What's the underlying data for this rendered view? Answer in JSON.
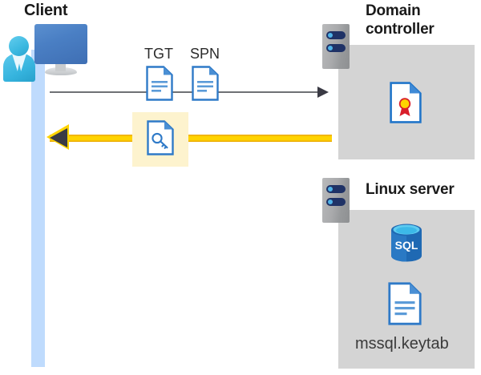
{
  "diagram": {
    "type": "sequence-flow",
    "title_client": "Client",
    "title_domain_controller": "Domain\ncontroller",
    "title_domain_controller_line1": "Domain",
    "title_domain_controller_line2": "controller",
    "title_linux_server": "Linux server",
    "labels": {
      "tgt": "TGT",
      "spn": "SPN",
      "keytab_file": "mssql.keytab"
    },
    "icons": {
      "client_pc": "desktop-computer-icon",
      "client_user": "user-person-icon",
      "server_chassis": "server-rack-icon",
      "tgt_document": "document-icon",
      "spn_document": "document-icon",
      "kerberos_ticket": "document-key-icon",
      "certificate": "certificate-document-icon",
      "sql_database": "sql-database-cylinder-icon",
      "keytab_document": "document-icon"
    },
    "flows": [
      {
        "name": "request",
        "from": "Client",
        "to": "Domain controller",
        "direction": "right",
        "style": "thin-gray",
        "carries": [
          "TGT",
          "SPN"
        ]
      },
      {
        "name": "response",
        "from": "Domain controller",
        "to": "Client",
        "direction": "left",
        "style": "thick-gold",
        "carries": [
          "service ticket"
        ],
        "highlighted": true
      }
    ],
    "colors": {
      "panel_gray": "#d4d4d4",
      "lifeline_blue": "#bfdbfd",
      "highlight_yellow": "#fdf3ce",
      "gold_arrow": "#ffd400",
      "arrowhead_dark": "#3a3a44",
      "doc_blue": "#2f7ac8",
      "sql_blue": "#1f69b3",
      "server_navy": "#1f3266",
      "accent_cyan": "#4fb3e8",
      "cert_gold": "#ffd400",
      "cert_red": "#d91e2a",
      "text_dark": "#1a1a1a"
    }
  }
}
